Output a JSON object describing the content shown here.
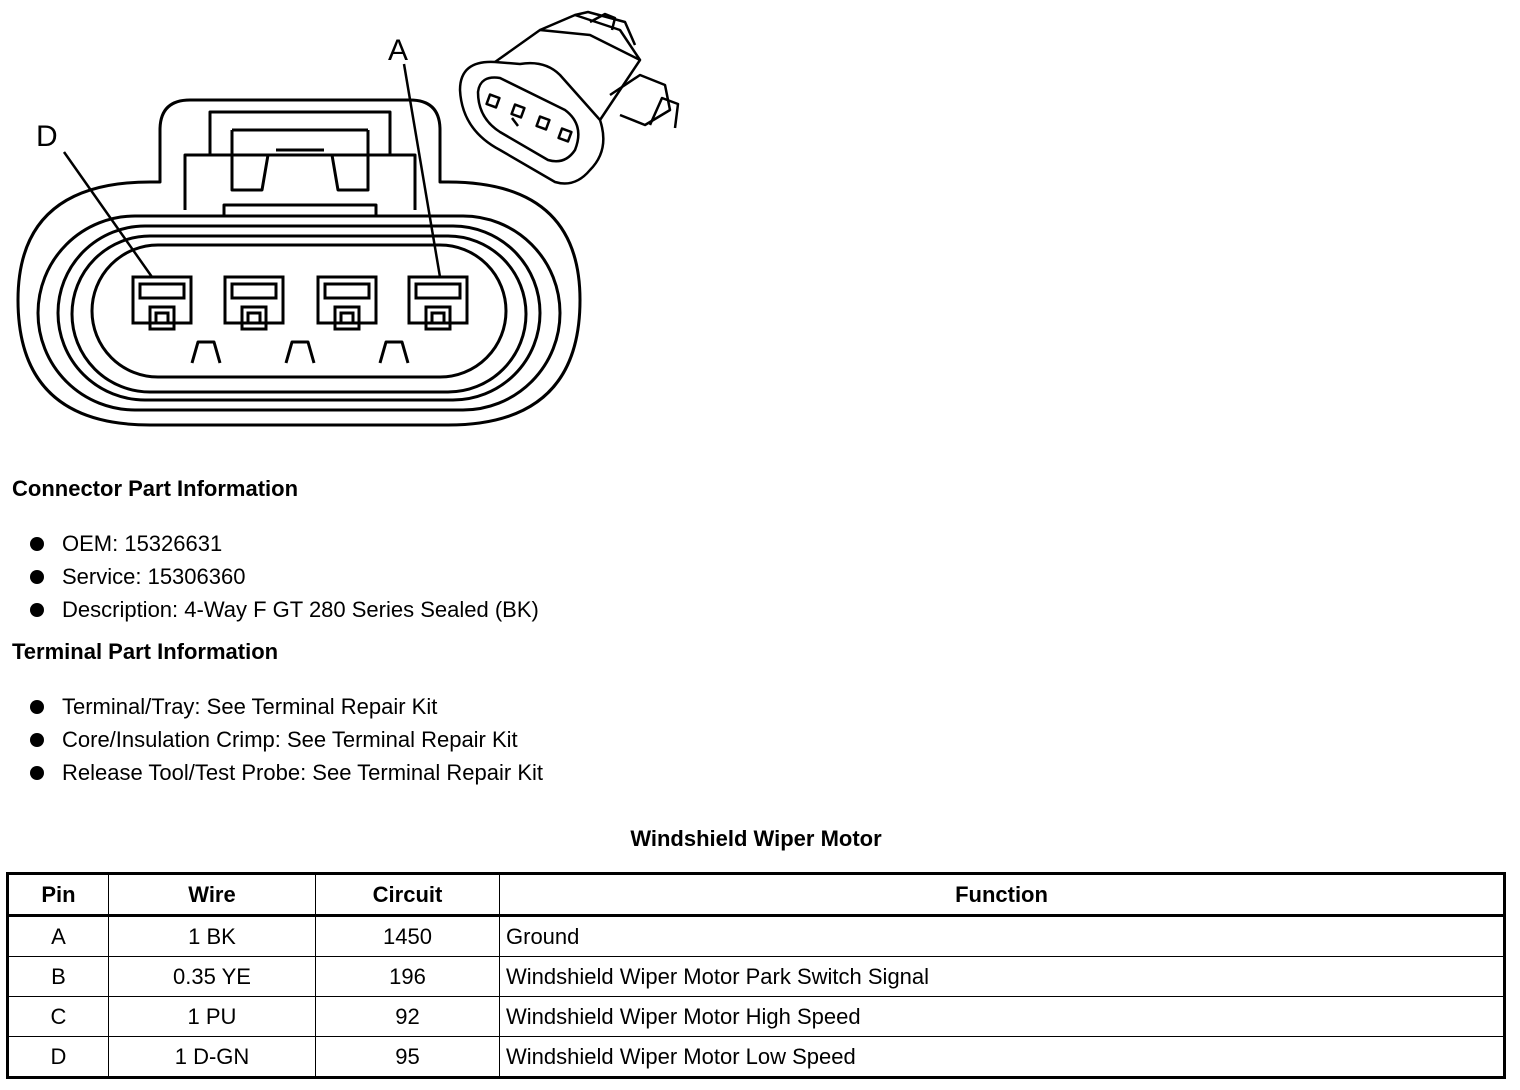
{
  "diagram": {
    "callouts": [
      {
        "label": "A"
      },
      {
        "label": "D"
      }
    ]
  },
  "connector_info": {
    "heading": "Connector Part Information",
    "items": [
      "OEM: 15326631",
      "Service: 15306360",
      "Description: 4-Way F GT 280 Series Sealed (BK)"
    ]
  },
  "terminal_info": {
    "heading": "Terminal Part Information",
    "items": [
      "Terminal/Tray: See Terminal Repair Kit",
      "Core/Insulation Crimp: See Terminal Repair Kit",
      "Release Tool/Test Probe: See Terminal Repair Kit"
    ]
  },
  "table": {
    "title": "Windshield Wiper Motor",
    "headers": {
      "pin": "Pin",
      "wire": "Wire",
      "circuit": "Circuit",
      "function": "Function"
    },
    "rows": [
      {
        "pin": "A",
        "wire": "1 BK",
        "circuit": "1450",
        "function": "Ground"
      },
      {
        "pin": "B",
        "wire": "0.35 YE",
        "circuit": "196",
        "function": "Windshield Wiper Motor Park Switch Signal"
      },
      {
        "pin": "C",
        "wire": "1 PU",
        "circuit": "92",
        "function": "Windshield Wiper Motor High Speed"
      },
      {
        "pin": "D",
        "wire": "1 D-GN",
        "circuit": "95",
        "function": "Windshield Wiper Motor Low Speed"
      }
    ]
  }
}
